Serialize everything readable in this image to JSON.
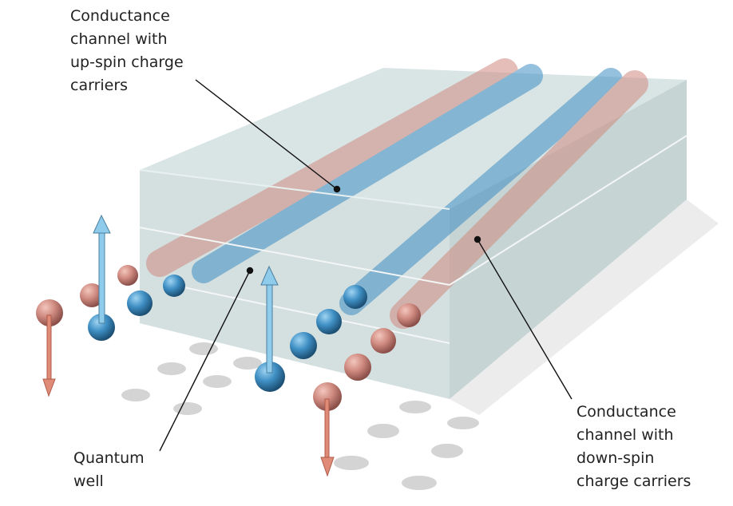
{
  "labels": {
    "up_spin": [
      "Conductance",
      "channel with",
      "up-spin charge",
      "carriers"
    ],
    "quantum_well": [
      "Quantum",
      "well"
    ],
    "down_spin": [
      "Conductance",
      "channel with",
      "down-spin",
      "charge carriers"
    ]
  },
  "colors": {
    "up_spin": "#3f8fc4",
    "down_spin": "#d08a82",
    "arrow_up": "#8fcbea",
    "arrow_down": "#e08a78",
    "box": "#b9cccc"
  }
}
